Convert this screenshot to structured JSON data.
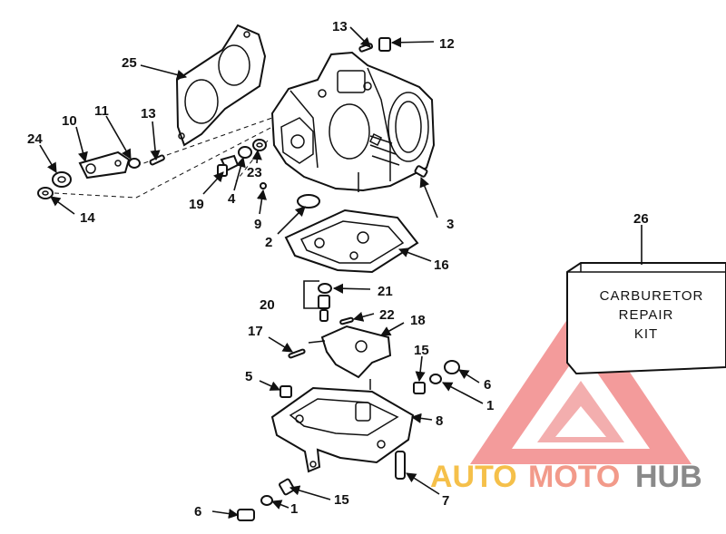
{
  "callouts": {
    "c25": "25",
    "c13_top": "13",
    "c12": "12",
    "c10": "10",
    "c11": "11",
    "c13_left": "13",
    "c24": "24",
    "c14": "14",
    "c19": "19",
    "c4": "4",
    "c23": "23",
    "c9": "9",
    "c2": "2",
    "c3": "3",
    "c16": "16",
    "c26": "26",
    "c20": "20",
    "c21": "21",
    "c22": "22",
    "c18": "18",
    "c17": "17",
    "c15_right": "15",
    "c6_right": "6",
    "c1_right": "1",
    "c5": "5",
    "c8": "8",
    "c7": "7",
    "c15_bottom": "15",
    "c1_bottom": "1",
    "c6_bottom": "6"
  },
  "kit_box": {
    "line_1": "CARBURETOR",
    "line_2": "REPAIR",
    "line_3": "KIT"
  },
  "watermark": {
    "word_1": "AUTO",
    "word_2": "MOTO",
    "word_3": "HUB"
  },
  "colors": {
    "line": "#111111",
    "background": "#ffffff",
    "watermark_red": "#f28a8a",
    "watermark_yellow": "#f5c04a",
    "watermark_grey": "#8a8a8a"
  }
}
